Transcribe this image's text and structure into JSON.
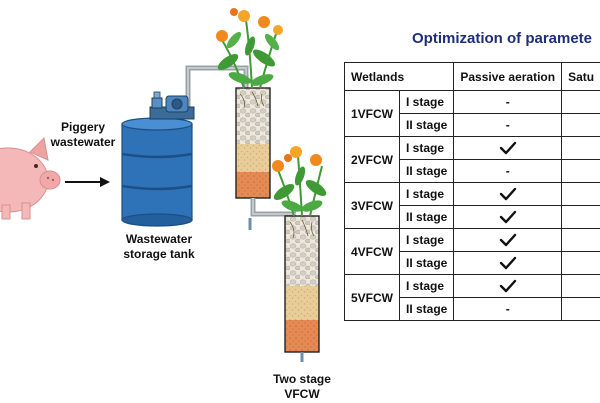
{
  "labels": {
    "influent": "Piggery\nwastewater",
    "tank": "Wastewater\nstorage tank",
    "system": "Two stage\nVFCW"
  },
  "title": "Optimization of paramete",
  "table": {
    "headers": [
      "Wetlands",
      "Passive aeration",
      "Satu"
    ],
    "rows": [
      {
        "wetland": "1VFCW",
        "stage": "I stage",
        "passive_aeration": "-"
      },
      {
        "wetland": "",
        "stage": "II stage",
        "passive_aeration": "-"
      },
      {
        "wetland": "2VFCW",
        "stage": "I stage",
        "passive_aeration": "check"
      },
      {
        "wetland": "",
        "stage": "II stage",
        "passive_aeration": "-"
      },
      {
        "wetland": "3VFCW",
        "stage": "I stage",
        "passive_aeration": "check"
      },
      {
        "wetland": "",
        "stage": "II stage",
        "passive_aeration": "check"
      },
      {
        "wetland": "4VFCW",
        "stage": "I stage",
        "passive_aeration": "check"
      },
      {
        "wetland": "",
        "stage": "II stage",
        "passive_aeration": "check"
      },
      {
        "wetland": "5VFCW",
        "stage": "I stage",
        "passive_aeration": "check"
      },
      {
        "wetland": "",
        "stage": "II stage",
        "passive_aeration": "-"
      }
    ]
  },
  "colors": {
    "title": "#1f2e7a",
    "tank": "#2e72b8",
    "pig": "#f4b8b8",
    "sand": "#e8cd98",
    "soil": "#e38a55",
    "gravel": "#d8d2c6",
    "flower": "#f08a1c",
    "leaf": "#3f9a36"
  }
}
